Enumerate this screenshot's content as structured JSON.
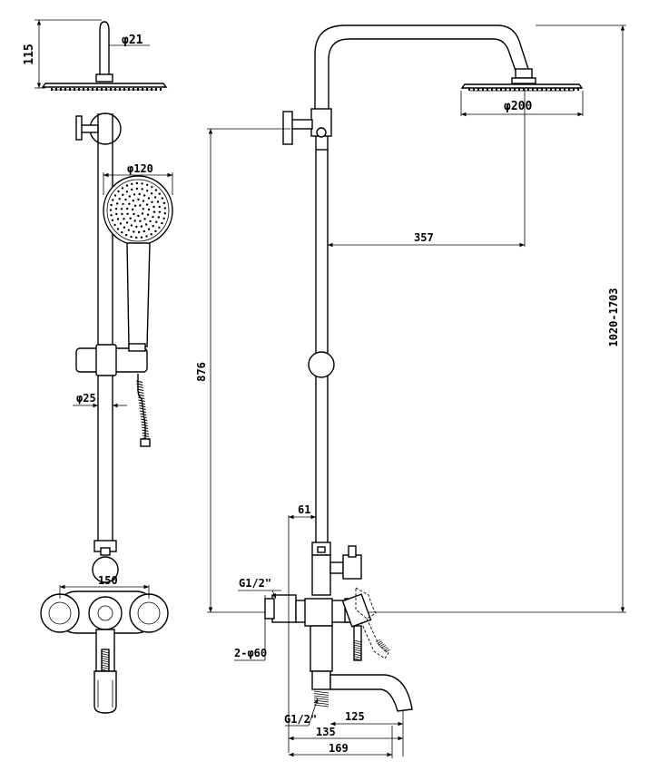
{
  "dimensions": {
    "head_height": "115",
    "arm_diameter": "φ21",
    "hand_shower_diameter": "φ120",
    "rail_diameter": "φ25",
    "mixer_width": "150",
    "rain_head_diameter": "φ200",
    "arm_reach": "357",
    "rail_height": "876",
    "total_height": "1020-1703",
    "valve_offset": "61",
    "inlet_thread": "G1/2\"",
    "inlet_flange": "2-φ60",
    "outlet_thread": "G1/2\"",
    "spout_length": "125",
    "spout_offset": "135",
    "overall_depth": "169"
  }
}
